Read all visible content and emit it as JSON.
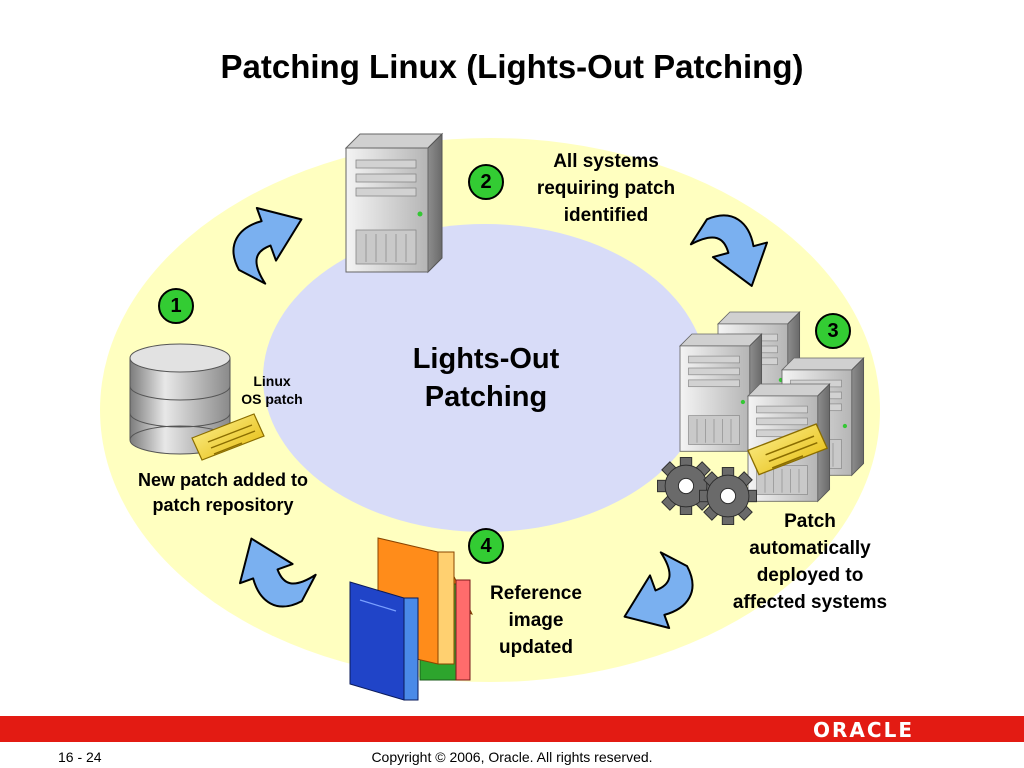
{
  "title": "Patching Linux (Lights-Out Patching)",
  "center_label": "Lights-Out\nPatching",
  "steps": [
    {
      "number": "1",
      "label": "New patch added to\npatch repository"
    },
    {
      "number": "2",
      "label": "All systems\nrequiring patch\nidentified"
    },
    {
      "number": "3",
      "label": "Patch\nautomatically\ndeployed to\naffected systems"
    },
    {
      "number": "4",
      "label": "Reference\nimage\nupdated"
    }
  ],
  "patch_label": "Linux\nOS patch",
  "footer": {
    "page_number": "16 - 24",
    "copyright": "Copyright © 2006, Oracle. All rights reserved.",
    "logo": "ORACLE"
  },
  "colors": {
    "outer_ellipse": "#ffffc0",
    "inner_ellipse": "#d8dcf8",
    "badge": "#33cc33",
    "arrow": "#7ab0f0",
    "footer_bar": "#e31b13"
  },
  "icons": [
    "database-icon",
    "patch-document-icon",
    "server-icon",
    "server-cluster-icon",
    "gears-icon",
    "books-icon",
    "curved-arrow-icon"
  ]
}
